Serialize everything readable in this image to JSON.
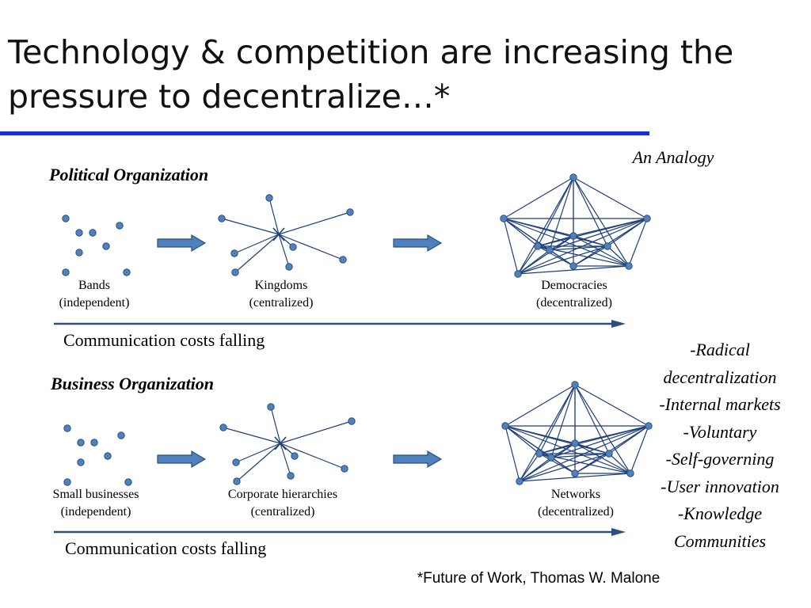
{
  "title": "Technology & competition are increasing the pressure to decentralize…*",
  "analogy_label": "An Analogy",
  "colors": {
    "title_rule": "#1a2fd6",
    "node": "#4f81bd",
    "node_stroke": "#2c4f7c",
    "edge": "#1f3f7a",
    "arrow": "#4f81bd",
    "timeline": "#2c4f7c"
  },
  "sections": {
    "political": {
      "title": "Political Organization",
      "stage1": {
        "name": "Bands",
        "note": "(independent)"
      },
      "stage2": {
        "name": "Kingdoms",
        "note": "(centralized)"
      },
      "stage3": {
        "name": "Democracies",
        "note": "(decentralized)"
      },
      "timeline_label": "Communication costs falling"
    },
    "business": {
      "title": "Business Organization",
      "stage1": {
        "name": "Small businesses",
        "note": "(independent)"
      },
      "stage2": {
        "name": "Corporate hierarchies",
        "note": "(centralized)"
      },
      "stage3": {
        "name": "Networks",
        "note": "(decentralized)"
      },
      "timeline_label": "Communication costs falling"
    }
  },
  "side_list": [
    "-Radical decentralization",
    "-Internal markets",
    "-Voluntary",
    "-Self-governing",
    "-User innovation",
    "-Knowledge Communities"
  ],
  "citation": "*Future of Work, Thomas W. Malone",
  "icons": {
    "stage_arrow": "right-block-arrow-icon",
    "timeline_arrow": "right-line-arrow-icon"
  }
}
